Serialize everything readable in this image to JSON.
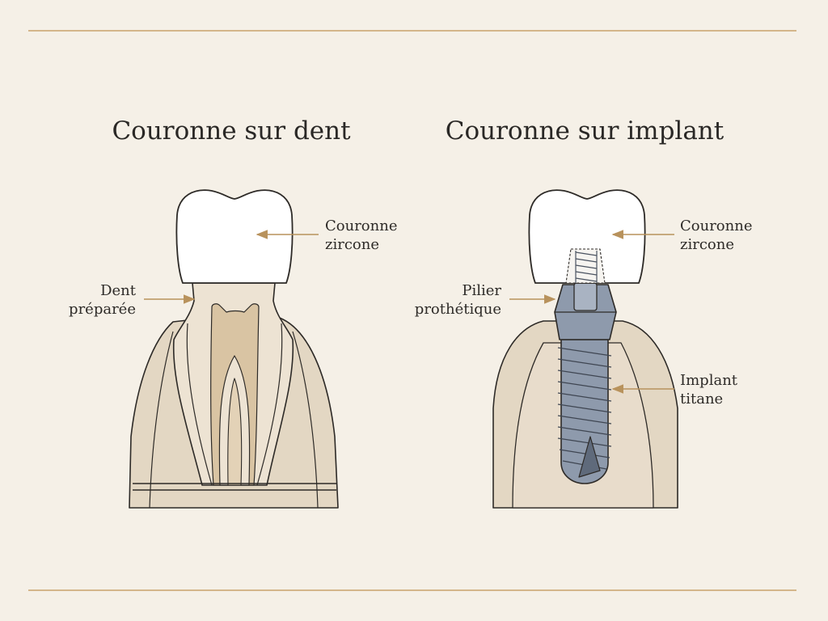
{
  "colors": {
    "background": "#f5f0e7",
    "rule": "#c9a36c",
    "outline": "#2d2a27",
    "crown": "#ffffff",
    "bone": "#e3d7c3",
    "dentin": "#ede3d3",
    "pulp": "#d9c4a3",
    "titanium": "#8e9aac",
    "titanium_dark": "#6f7b8e",
    "arrow": "#b8925c"
  },
  "panels": {
    "tooth": {
      "title": "Couronne sur dent",
      "labels": {
        "crown_line1": "Couronne",
        "crown_line2": "zircone",
        "prep_line1": "Dent",
        "prep_line2": "préparée"
      }
    },
    "implant": {
      "title": "Couronne sur implant",
      "labels": {
        "crown_line1": "Couronne",
        "crown_line2": "zircone",
        "abutment_line1": "Pilier",
        "abutment_line2": "prothétique",
        "implant_line1": "Implant",
        "implant_line2": "titane"
      }
    }
  }
}
